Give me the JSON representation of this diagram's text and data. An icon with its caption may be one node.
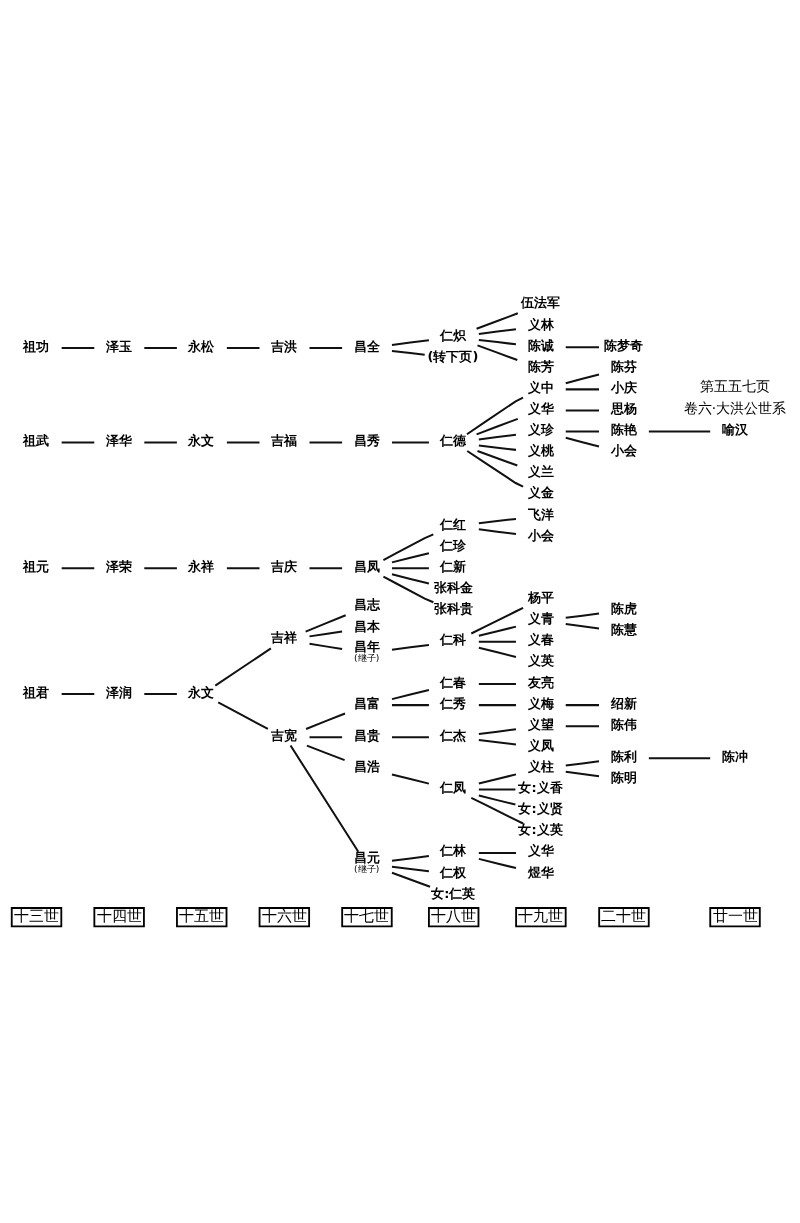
{
  "diagram": {
    "nodes": [
      {
        "text": [
          "祖君"
        ]
      },
      {
        "text": [
          "泽润"
        ]
      },
      {
        "text": [
          "永文"
        ]
      },
      {
        "text": [
          "吉祥"
        ]
      },
      {
        "text": [
          "昌志"
        ]
      },
      {
        "text": [
          "昌本"
        ]
      },
      {
        "text": [
          "昌年"
        ],
        "beside": [
          "(继子)"
        ]
      },
      {
        "text": [
          "仁科"
        ]
      },
      {
        "text": [
          "杨平"
        ]
      },
      {
        "text": [
          "义青"
        ]
      },
      {
        "text": [
          "陈虎"
        ]
      },
      {
        "text": [
          "陈慧"
        ]
      },
      {
        "text": [
          "义春"
        ]
      },
      {
        "text": [
          "义英"
        ]
      },
      {
        "text": [
          "吉宽"
        ]
      },
      {
        "text": [
          "昌富"
        ]
      },
      {
        "text": [
          "仁春"
        ]
      },
      {
        "text": [
          "友亮"
        ]
      },
      {
        "text": [
          "仁秀"
        ]
      },
      {
        "text": [
          "义梅"
        ]
      },
      {
        "text": [
          "绍新"
        ]
      },
      {
        "text": [
          "昌贵"
        ]
      },
      {
        "text": [
          "仁杰"
        ]
      },
      {
        "text": [
          "义望"
        ]
      },
      {
        "text": [
          "陈伟"
        ]
      },
      {
        "text": [
          "义凤"
        ]
      },
      {
        "text": [
          "昌浩"
        ]
      },
      {
        "text": [
          "仁凤"
        ]
      },
      {
        "text": [
          "义柱"
        ]
      },
      {
        "text": [
          "陈利"
        ]
      },
      {
        "text": [
          "陈冲"
        ]
      },
      {
        "text": [
          "陈明"
        ]
      },
      {
        "text": [
          "女:义香"
        ]
      },
      {
        "text": [
          "女:义贤"
        ]
      },
      {
        "text": [
          "女:义英"
        ]
      },
      {
        "text": [
          "昌元"
        ],
        "beside": [
          "(继子)"
        ]
      },
      {
        "text": [
          "仁林"
        ]
      },
      {
        "text": [
          "义华"
        ]
      },
      {
        "text": [
          "煜华"
        ]
      },
      {
        "text": [
          "仁权"
        ]
      },
      {
        "text": [
          "女:仁英"
        ]
      },
      {
        "text": [
          "祖元"
        ]
      },
      {
        "text": [
          "泽荣"
        ]
      },
      {
        "text": [
          "永祥"
        ]
      },
      {
        "text": [
          "吉庆"
        ]
      },
      {
        "text": [
          "昌凤"
        ]
      },
      {
        "text": [
          "仁红"
        ]
      },
      {
        "text": [
          "飞洋"
        ]
      },
      {
        "text": [
          "小会"
        ]
      },
      {
        "text": [
          "仁珍"
        ]
      },
      {
        "text": [
          "仁新"
        ]
      },
      {
        "text": [
          "张科金"
        ]
      },
      {
        "text": [
          "张科贵"
        ]
      },
      {
        "text": [
          "祖武"
        ]
      },
      {
        "text": [
          "泽华"
        ]
      },
      {
        "text": [
          "永文"
        ]
      },
      {
        "text": [
          "吉福"
        ]
      },
      {
        "text": [
          "昌秀"
        ]
      },
      {
        "text": [
          "仁德"
        ]
      },
      {
        "text": [
          "义中"
        ]
      },
      {
        "text": [
          "陈芬"
        ]
      },
      {
        "text": [
          "小庆"
        ]
      },
      {
        "text": [
          "义华"
        ]
      },
      {
        "text": [
          "思杨"
        ]
      },
      {
        "text": [
          "义珍"
        ]
      },
      {
        "text": [
          "陈艳"
        ]
      },
      {
        "text": [
          "喻汉"
        ]
      },
      {
        "text": [
          "小会"
        ]
      },
      {
        "text": [
          "义桃"
        ]
      },
      {
        "text": [
          "义兰"
        ]
      },
      {
        "text": [
          "义金"
        ]
      },
      {
        "text": [
          "祖功"
        ]
      },
      {
        "text": [
          "泽玉"
        ]
      },
      {
        "text": [
          "永松"
        ]
      },
      {
        "text": [
          "吉洪"
        ]
      },
      {
        "text": [
          "昌全"
        ]
      },
      {
        "text": [
          "仁炽"
        ]
      },
      {
        "text": [
          "伍法军"
        ]
      },
      {
        "text": [
          "义林"
        ]
      },
      {
        "text": [
          "陈诚"
        ]
      },
      {
        "text": [
          "陈梦奇"
        ]
      },
      {
        "text": [
          "陈芳"
        ]
      },
      {
        "text": [
          "(转下页)"
        ]
      }
    ],
    "edges": [
      {
        "from": 0,
        "to": 1,
        "arrow": "none"
      },
      {
        "from": 1,
        "to": 2,
        "arrow": "none"
      },
      {
        "from": 2,
        "to": 3,
        "arrow": "none"
      },
      {
        "from": 3,
        "to": 4,
        "arrow": "none"
      },
      {
        "from": 3,
        "to": 5,
        "arrow": "none"
      },
      {
        "from": 3,
        "to": 6,
        "arrow": "none"
      },
      {
        "from": 6,
        "to": 7,
        "arrow": "none"
      },
      {
        "from": 7,
        "to": 8,
        "arrow": "none"
      },
      {
        "from": 7,
        "to": 9,
        "arrow": "none"
      },
      {
        "from": 9,
        "to": 10,
        "arrow": "none"
      },
      {
        "from": 9,
        "to": 11,
        "arrow": "none"
      },
      {
        "from": 7,
        "to": 12,
        "arrow": "none"
      },
      {
        "from": 7,
        "to": 13,
        "arrow": "none"
      },
      {
        "from": 2,
        "to": 14,
        "arrow": "none"
      },
      {
        "from": 14,
        "to": 15,
        "arrow": "none"
      },
      {
        "from": 15,
        "to": 16,
        "arrow": "none"
      },
      {
        "from": 16,
        "to": 17,
        "arrow": "none"
      },
      {
        "from": 15,
        "to": 18,
        "arrow": "none"
      },
      {
        "from": 18,
        "to": 19,
        "arrow": "none"
      },
      {
        "from": 19,
        "to": 20,
        "arrow": "none"
      },
      {
        "from": 14,
        "to": 21,
        "arrow": "none"
      },
      {
        "from": 21,
        "to": 22,
        "arrow": "none"
      },
      {
        "from": 22,
        "to": 23,
        "arrow": "none"
      },
      {
        "from": 23,
        "to": 24,
        "arrow": "none"
      },
      {
        "from": 22,
        "to": 25,
        "arrow": "none"
      },
      {
        "from": 14,
        "to": 26,
        "arrow": "none"
      },
      {
        "from": 26,
        "to": 27,
        "arrow": "none"
      },
      {
        "from": 27,
        "to": 28,
        "arrow": "none"
      },
      {
        "from": 28,
        "to": 29,
        "arrow": "none"
      },
      {
        "from": 29,
        "to": 30,
        "arrow": "none"
      },
      {
        "from": 28,
        "to": 31,
        "arrow": "none"
      },
      {
        "from": 27,
        "to": 32,
        "arrow": "none"
      },
      {
        "from": 27,
        "to": 33,
        "arrow": "none"
      },
      {
        "from": 27,
        "to": 34,
        "arrow": "none"
      },
      {
        "from": 14,
        "to": 35,
        "arrow": "none"
      },
      {
        "from": 35,
        "to": 36,
        "arrow": "none"
      },
      {
        "from": 36,
        "to": 37,
        "arrow": "none"
      },
      {
        "from": 36,
        "to": 38,
        "arrow": "none"
      },
      {
        "from": 35,
        "to": 39,
        "arrow": "none"
      },
      {
        "from": 35,
        "to": 40,
        "arrow": "none"
      },
      {
        "from": 41,
        "to": 42,
        "arrow": "none"
      },
      {
        "from": 42,
        "to": 43,
        "arrow": "none"
      },
      {
        "from": 43,
        "to": 44,
        "arrow": "none"
      },
      {
        "from": 44,
        "to": 45,
        "arrow": "none"
      },
      {
        "from": 45,
        "to": 46,
        "arrow": "none"
      },
      {
        "from": 46,
        "to": 47,
        "arrow": "none"
      },
      {
        "from": 46,
        "to": 48,
        "arrow": "none"
      },
      {
        "from": 45,
        "to": 49,
        "arrow": "none"
      },
      {
        "from": 45,
        "to": 50,
        "arrow": "none"
      },
      {
        "from": 45,
        "to": 51,
        "arrow": "none"
      },
      {
        "from": 45,
        "to": 52,
        "arrow": "none"
      },
      {
        "from": 53,
        "to": 54,
        "arrow": "none"
      },
      {
        "from": 54,
        "to": 55,
        "arrow": "none"
      },
      {
        "from": 55,
        "to": 56,
        "arrow": "none"
      },
      {
        "from": 56,
        "to": 57,
        "arrow": "none"
      },
      {
        "from": 57,
        "to": 58,
        "arrow": "none"
      },
      {
        "from": 58,
        "to": 59,
        "arrow": "none"
      },
      {
        "from": 59,
        "to": 60,
        "arrow": "none"
      },
      {
        "from": 59,
        "to": 61,
        "arrow": "none"
      },
      {
        "from": 58,
        "to": 62,
        "arrow": "none"
      },
      {
        "from": 62,
        "to": 63,
        "arrow": "none"
      },
      {
        "from": 58,
        "to": 64,
        "arrow": "none"
      },
      {
        "from": 64,
        "to": 65,
        "arrow": "none"
      },
      {
        "from": 65,
        "to": 66,
        "arrow": "none"
      },
      {
        "from": 64,
        "to": 67,
        "arrow": "none"
      },
      {
        "from": 58,
        "to": 68,
        "arrow": "none"
      },
      {
        "from": 58,
        "to": 69,
        "arrow": "none"
      },
      {
        "from": 58,
        "to": 70,
        "arrow": "none"
      },
      {
        "from": 71,
        "to": 72,
        "arrow": "none"
      },
      {
        "from": 72,
        "to": 73,
        "arrow": "none"
      },
      {
        "from": 73,
        "to": 74,
        "arrow": "none"
      },
      {
        "from": 74,
        "to": 75,
        "arrow": "none"
      },
      {
        "from": 75,
        "to": 76,
        "arrow": "none"
      },
      {
        "from": 76,
        "to": 77,
        "arrow": "none"
      },
      {
        "from": 76,
        "to": 78,
        "arrow": "none"
      },
      {
        "from": 76,
        "to": 79,
        "arrow": "none"
      },
      {
        "from": 79,
        "to": 80,
        "arrow": "none"
      },
      {
        "from": 76,
        "to": 81,
        "arrow": "none"
      },
      {
        "from": 75,
        "to": 82,
        "arrow": "none"
      }
    ],
    "labels": [
      "十三世",
      "十四世",
      "十五世",
      "十六世",
      "十七世",
      "十八世",
      "十九世",
      "二十世",
      "廿一世",
      "卷六·大洪公世系",
      "第五五七页"
    ]
  }
}
